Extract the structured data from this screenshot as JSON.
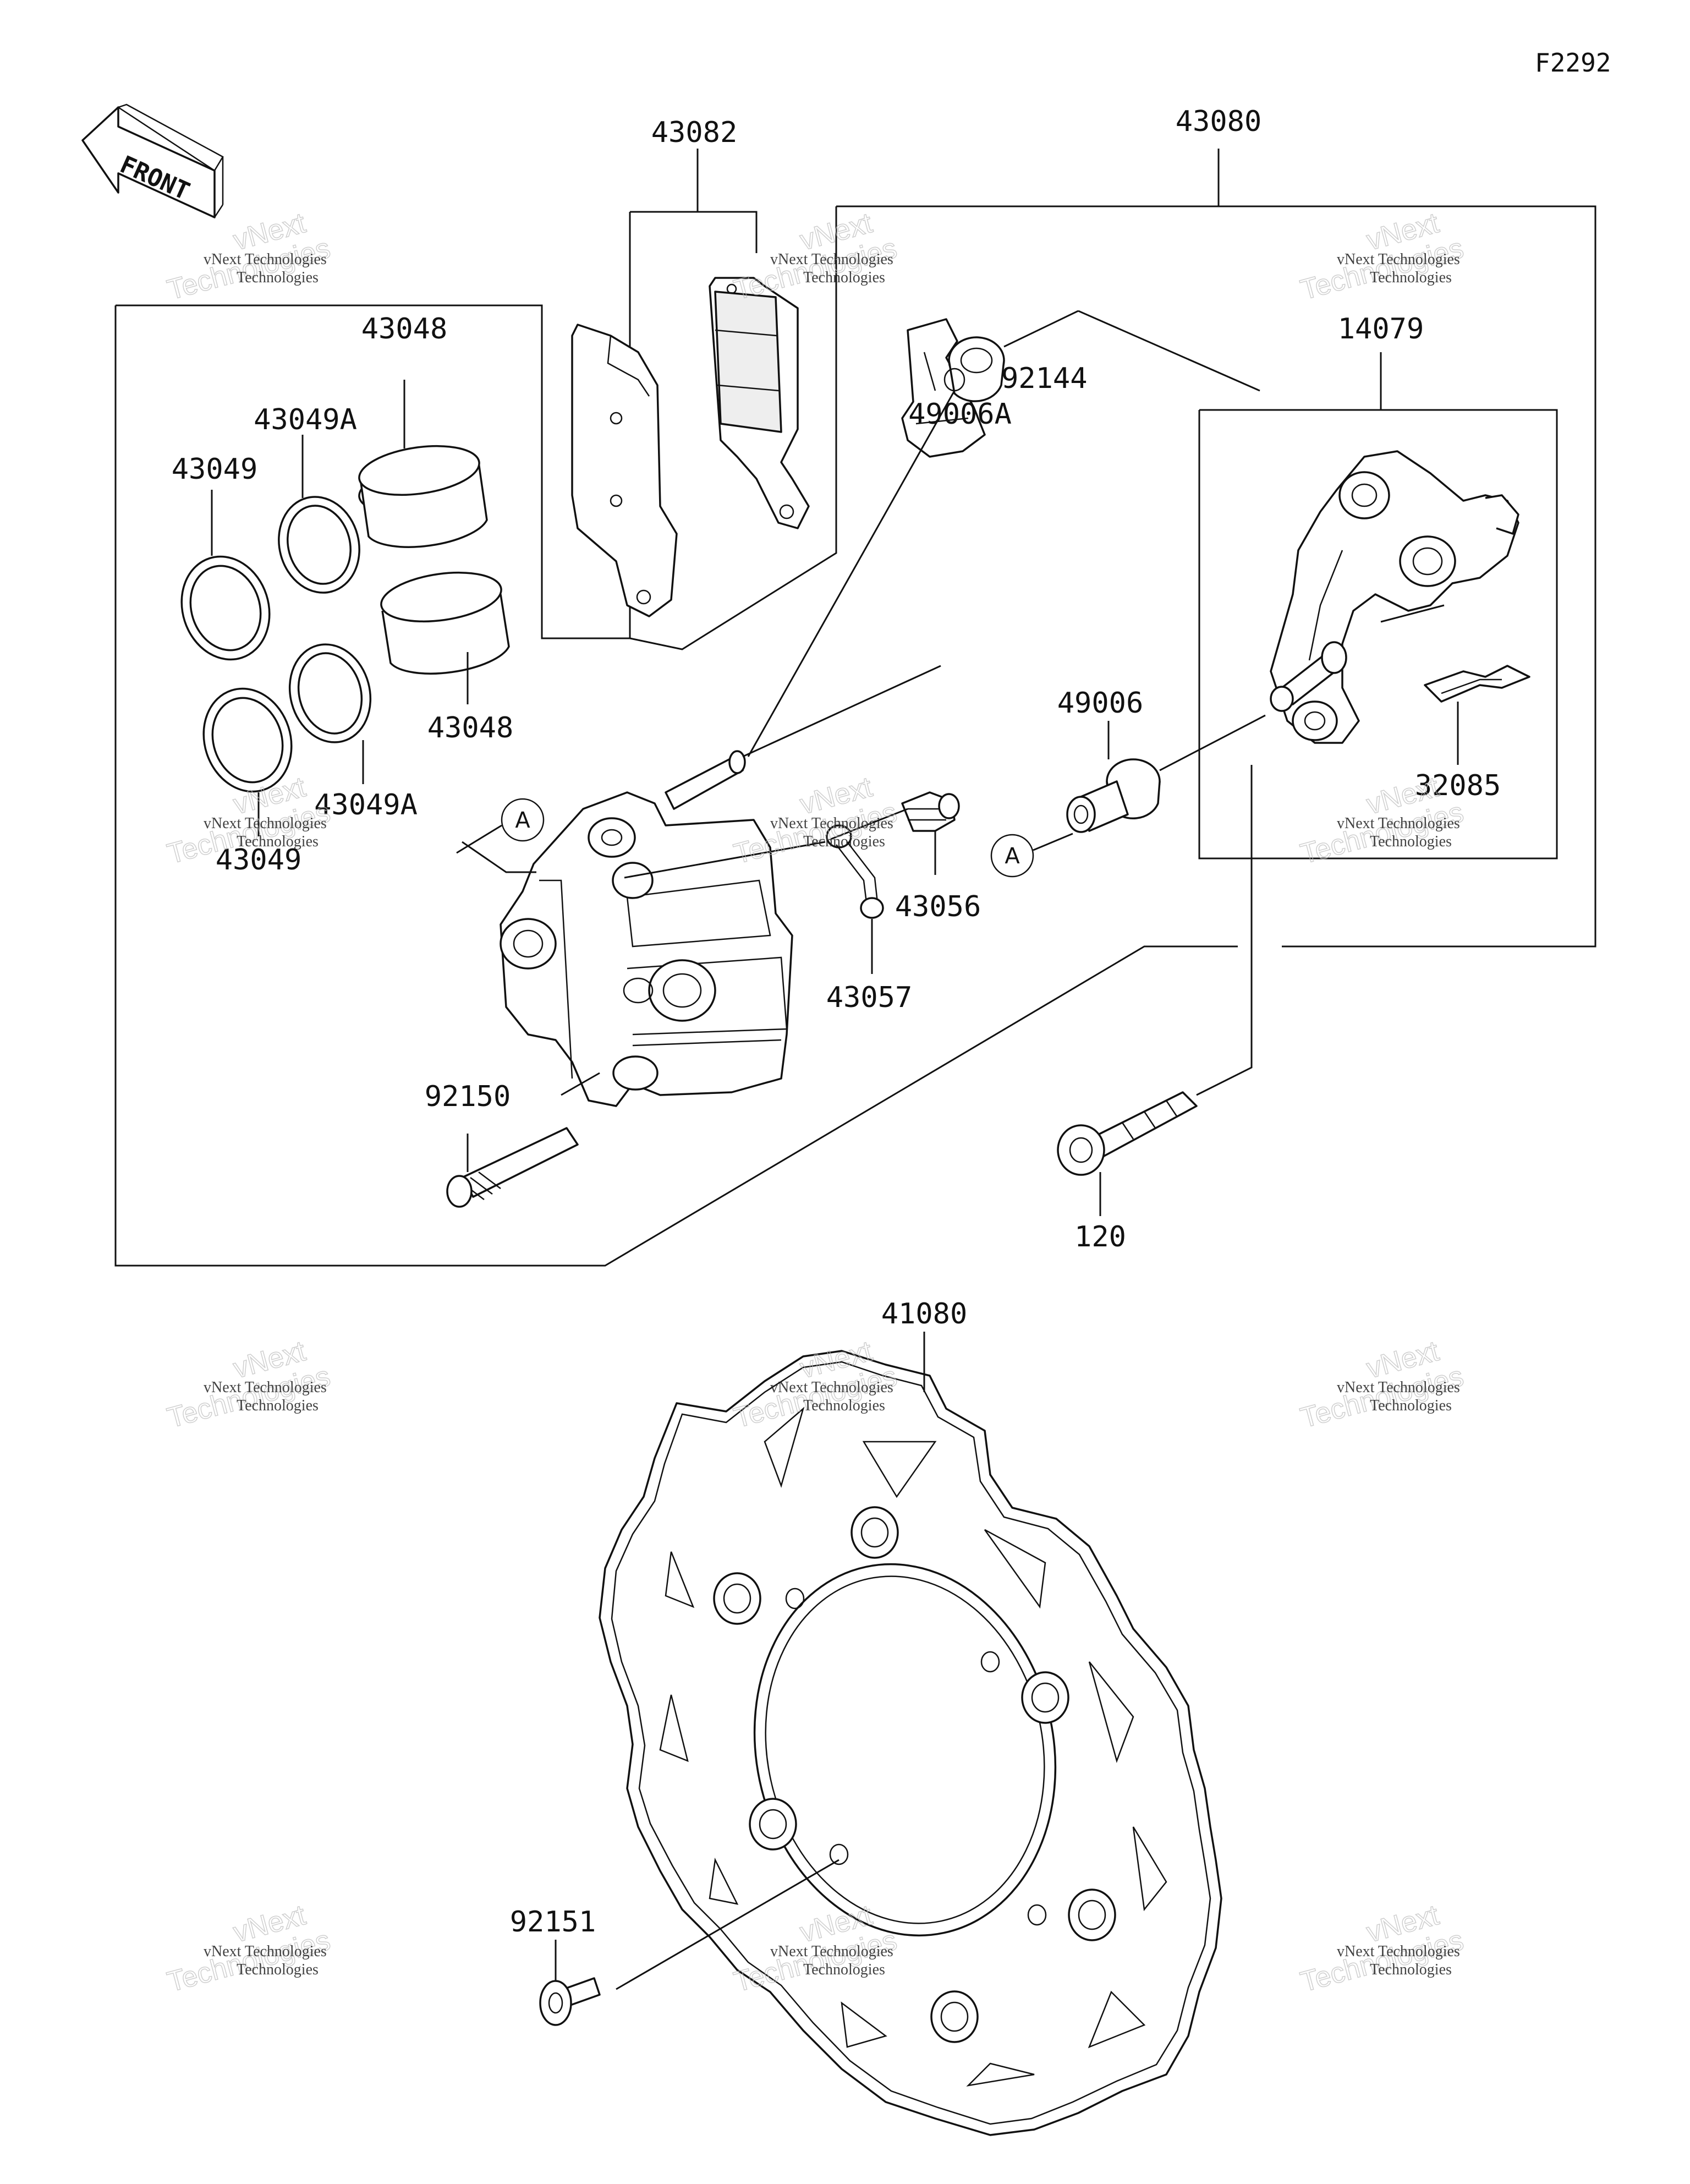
{
  "figure_code": "F2292",
  "front_label": "FRONT",
  "watermark": {
    "line1": "vNext Technologies",
    "line2": "vNext",
    "line3": "Technologies"
  },
  "callouts": {
    "c43082": "43082",
    "c43080": "43080",
    "c14079": "14079",
    "c92144": "92144",
    "c43048a": "43048",
    "c43049Aa": "43049A",
    "c43049a": "43049",
    "c43048b": "43048",
    "c43049Ab": "43049A",
    "c43049b": "43049",
    "c49006A": "49006A",
    "c49006": "49006",
    "c32085": "32085",
    "c43056": "43056",
    "c43057": "43057",
    "c92150": "92150",
    "c120": "120",
    "c41080": "41080",
    "c92151": "92151"
  },
  "ref_marks": {
    "left": "A",
    "right": "A"
  }
}
